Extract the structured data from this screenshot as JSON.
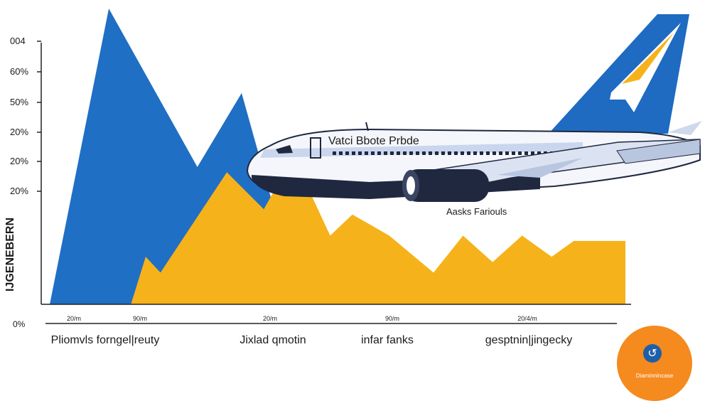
{
  "chart_data": {
    "type": "area",
    "y_ticks": [
      "20%",
      "20%",
      "20%",
      "50%",
      "60%",
      "004"
    ],
    "y_zero_label": "0%",
    "ylabel": "IJGENEBERN",
    "x_ticks": [
      "20/m",
      "90/m",
      "20/m",
      "90/m",
      "20/4/m"
    ],
    "categories": [
      "Pliomvls forngel|reuty",
      "Jixlad qmotin",
      "infar fanks",
      "gesptnin|jingecky"
    ],
    "series": [
      {
        "color": "#1f6fc4",
        "points": [
          [
            0,
            0
          ],
          [
            0.8,
            5.6
          ],
          [
            2.0,
            2.6
          ],
          [
            2.6,
            4.0
          ],
          [
            3.2,
            1.0
          ],
          [
            3.8,
            0
          ]
        ]
      },
      {
        "color": "#f6b21a",
        "points": [
          [
            1.1,
            0
          ],
          [
            1.3,
            0.9
          ],
          [
            1.5,
            0.6
          ],
          [
            2.4,
            2.5
          ],
          [
            2.9,
            1.8
          ],
          [
            3.3,
            2.8
          ],
          [
            3.8,
            1.3
          ],
          [
            4.1,
            1.7
          ],
          [
            4.6,
            1.3
          ],
          [
            5.2,
            0.6
          ],
          [
            5.6,
            1.3
          ],
          [
            6.0,
            0.8
          ],
          [
            6.4,
            1.3
          ],
          [
            6.8,
            0.9
          ],
          [
            7.1,
            1.2
          ],
          [
            7.8,
            1.2
          ],
          [
            7.8,
            0
          ]
        ]
      }
    ],
    "x_range": [
      0,
      7.8
    ],
    "y_range": [
      0,
      5.6
    ],
    "grid": false
  },
  "illustration": {
    "plane_body_text": "Vatci Bbote Prbde",
    "plane_caption": "Aasks Fariouls"
  },
  "badge": {
    "icon": "refresh-arrow-icon",
    "text": "Diaminnincase"
  },
  "colors": {
    "blue": "#1f6fc4",
    "yellow": "#f6b21a",
    "tail_blue": "#1e6bc1",
    "fuselage_dark": "#20283f",
    "badge_orange": "#f58a1f"
  }
}
